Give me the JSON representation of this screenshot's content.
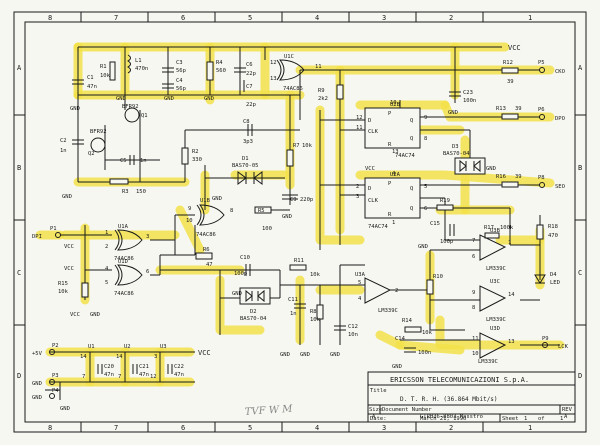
{
  "border": {
    "top_cols": [
      "8",
      "7",
      "6",
      "5",
      "4",
      "3",
      "2",
      "1"
    ],
    "bottom_cols": [
      "8",
      "7",
      "6",
      "5",
      "4",
      "3",
      "2",
      "1"
    ],
    "left_rows": [
      "A",
      "B",
      "C",
      "D"
    ],
    "right_rows": [
      "A",
      "B",
      "C",
      "D"
    ]
  },
  "nets": {
    "vcc": "VCC",
    "gnd": "GND"
  },
  "components": {
    "R1": "R1",
    "R1v": "10k",
    "L1": "L1",
    "L1v": "470n",
    "C3": "C3",
    "C3v": "56p",
    "C4": "C4",
    "C4v": "56p",
    "R4": "R4",
    "R4v": "560",
    "C6": "C6",
    "C6v": "22p",
    "C1": "C1",
    "C1v": "47n",
    "Q1": "Q1",
    "BFR92a": "BFR92",
    "Q2": "Q2",
    "BFR92b": "BFR92",
    "C2": "C2",
    "C2v": "1n",
    "C5": "C5",
    "C5v": "1n",
    "R3": "R3",
    "R3v": "150",
    "R2": "R2",
    "R2v": "330",
    "C8": "C8",
    "C8v": "3p3",
    "D1": "D1",
    "D1v": "BAS70-05",
    "C7": "C7",
    "C7v": "22p",
    "R7": "R7",
    "R7v": "10k",
    "C9": "C9",
    "C9v": "220p",
    "R5": "R5",
    "R5v": "100",
    "R6": "R6",
    "R6v": "47",
    "C10": "C10",
    "C10v": "100p",
    "D2": "D2",
    "D2v": "BAS70-04",
    "C11": "C11",
    "C11v": "1n",
    "R8": "R8",
    "R8v": "10k",
    "R11": "R11",
    "R11v": "10k",
    "R15": "R15",
    "R15v": "10k",
    "R9": "R9",
    "R9v": "2k2",
    "U1A": "U1A",
    "U1D": "U1D",
    "U1B": "U1B",
    "U1C": "U1C",
    "U1part": "74AC86",
    "U2B": "U2B",
    "U2A": "U2A",
    "U2part": "74AC74",
    "D3": "D3",
    "D3v": "BAS70-04",
    "C23": "C23",
    "C23v": "100n",
    "R12": "R12",
    "R12v": "39",
    "R13": "R13",
    "R13v": "39",
    "R16": "R16",
    "R16v": "39",
    "R19": "R19",
    "C15": "C15",
    "C15v": "100p",
    "R17": "R17",
    "R17v": "100k",
    "R18": "R18",
    "R18v": "470",
    "U3A": "U3A",
    "U3B": "U3B",
    "U3C": "U3C",
    "U3D": "U3D",
    "U3part": "LM339C",
    "D4": "D4",
    "D4v": "LED",
    "R10": "R10",
    "C12": "C12",
    "C12v": "10n",
    "R14": "R14",
    "R14v": "10k",
    "C14": "C14",
    "C14v": "100n",
    "U1": "U1",
    "U2": "U2",
    "U3": "U3",
    "C20": "C20",
    "C20v": "47n",
    "C21": "C21",
    "C21v": "47n",
    "C22": "C22",
    "C22v": "47n"
  },
  "connectors": {
    "P1": "P1",
    "P1net": "DPI",
    "P5": "P5",
    "P5net": "CKO",
    "P6": "P6",
    "P6net": "DPO",
    "P8": "P8",
    "P8net": "SEO",
    "P9": "P9",
    "P9net": "LCK",
    "P2": "P2",
    "P2net": "+5V",
    "P3": "P3",
    "P4": "P4"
  },
  "pins": {
    "u1a_1": "1",
    "u1a_2": "2",
    "u1a_3": "3",
    "u1d_4": "4",
    "u1d_5": "5",
    "u1d_6": "6",
    "u1b_9": "9",
    "u1b_10": "10",
    "u1b_8": "8",
    "u1c_12": "12",
    "u1c_13": "13",
    "u1c_11": "11",
    "u2b_12": "12",
    "u2b_11": "11",
    "u2b_9": "9",
    "u2b_8": "8",
    "u2b_10": "10",
    "u2b_13": "13",
    "u2a_2": "2",
    "u2a_3": "3",
    "u2a_5": "5",
    "u2a_6": "6",
    "u2a_4": "4",
    "u2a_1": "1",
    "d": "D",
    "clk": "CLK",
    "q": "Q",
    "qn": "Q",
    "p": "P",
    "r": "R",
    "u3a_5": "5",
    "u3a_4": "4",
    "u3a_2": "2",
    "u3b_7": "7",
    "u3b_6": "6",
    "u3b_1": "1",
    "u3c_9": "9",
    "u3c_8": "8",
    "u3c_14": "14",
    "u3d_11": "11",
    "u3d_10": "10",
    "u3d_13": "13",
    "pw14a": "14",
    "pw7a": "7",
    "pw14b": "14",
    "pw7b": "7",
    "pw3": "3",
    "pw12": "12"
  },
  "title_block": {
    "company": "ERICSSON TELECOMUNICAZIONI S.p.A.",
    "title_label": "Title",
    "title": "D. T. R. H. (36.864 Mbit/s)",
    "size_label": "Size",
    "size": "A",
    "docnum_label": "Document Number",
    "docnum": "GTRH36-8803 Masstro",
    "rev_label": "REV",
    "rev": "A",
    "date_label": "Date:",
    "date": "March 21, 1996",
    "sheet_label": "Sheet",
    "sheet": "1",
    "of_label": "of",
    "of": "1"
  },
  "handwritten": "TVF W M"
}
